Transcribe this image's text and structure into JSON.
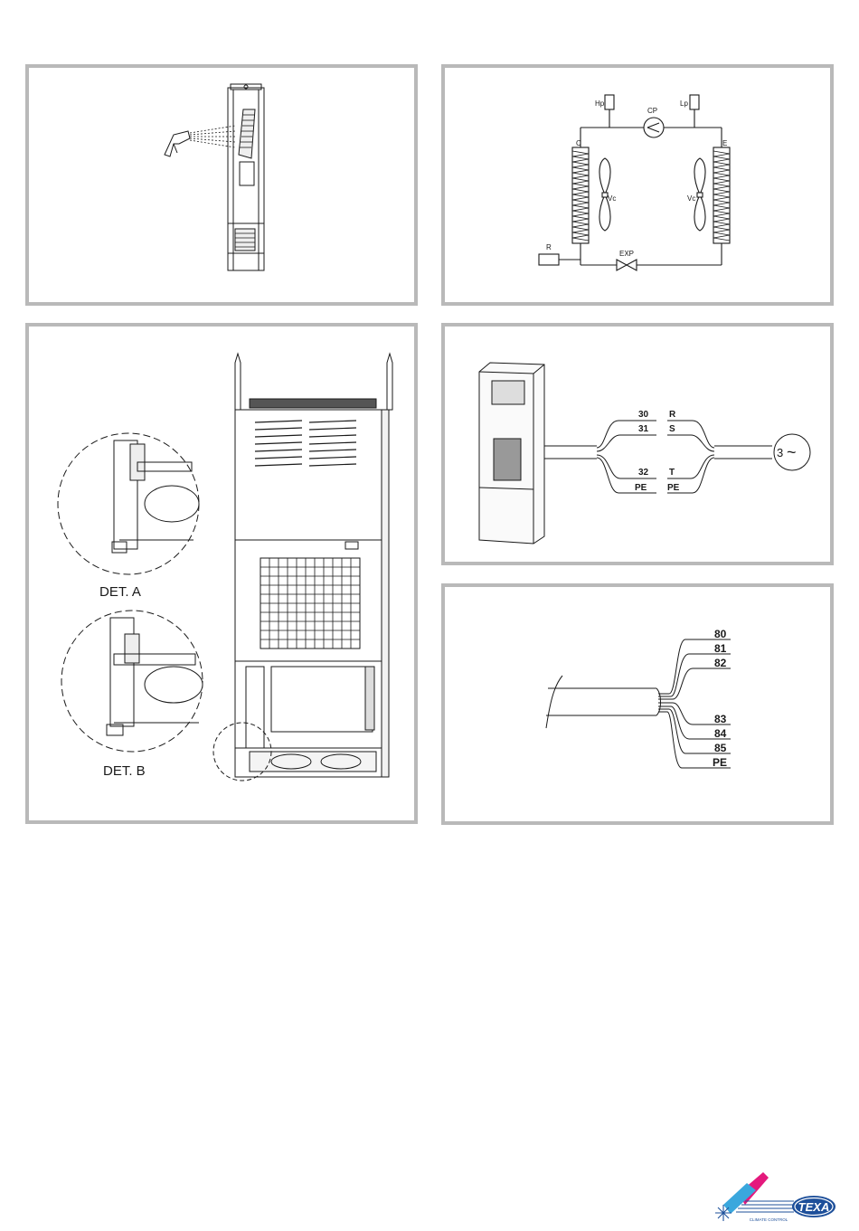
{
  "refrigerant_diagram": {
    "hp": "Hp",
    "lp": "Lp",
    "cp": "CP",
    "c": "C",
    "e": "E",
    "vc_left": "Vc",
    "vc_right": "Vc",
    "r": "R",
    "exp": "EXP"
  },
  "detail_labels": {
    "det_a": "DET.   A",
    "det_b": "DET. B"
  },
  "power_wiring": {
    "left_terminals": [
      "30",
      "31",
      "32",
      "PE"
    ],
    "right_terminals": [
      "R",
      "S",
      "T",
      "PE"
    ],
    "supply_label": "3",
    "supply_symbol": "~"
  },
  "alarm_wiring": {
    "terminals": [
      "80",
      "81",
      "82",
      "83",
      "84",
      "85",
      "PE"
    ]
  },
  "logo": {
    "brand": "TEXA",
    "tagline": "CLIMATE CONTROL"
  },
  "colors": {
    "panel_border": "#b9b9b9",
    "line": "#1a1a1a",
    "logo_blue": "#1d4f9a",
    "logo_magenta": "#e4197d",
    "logo_cyan": "#3aa7dd"
  }
}
